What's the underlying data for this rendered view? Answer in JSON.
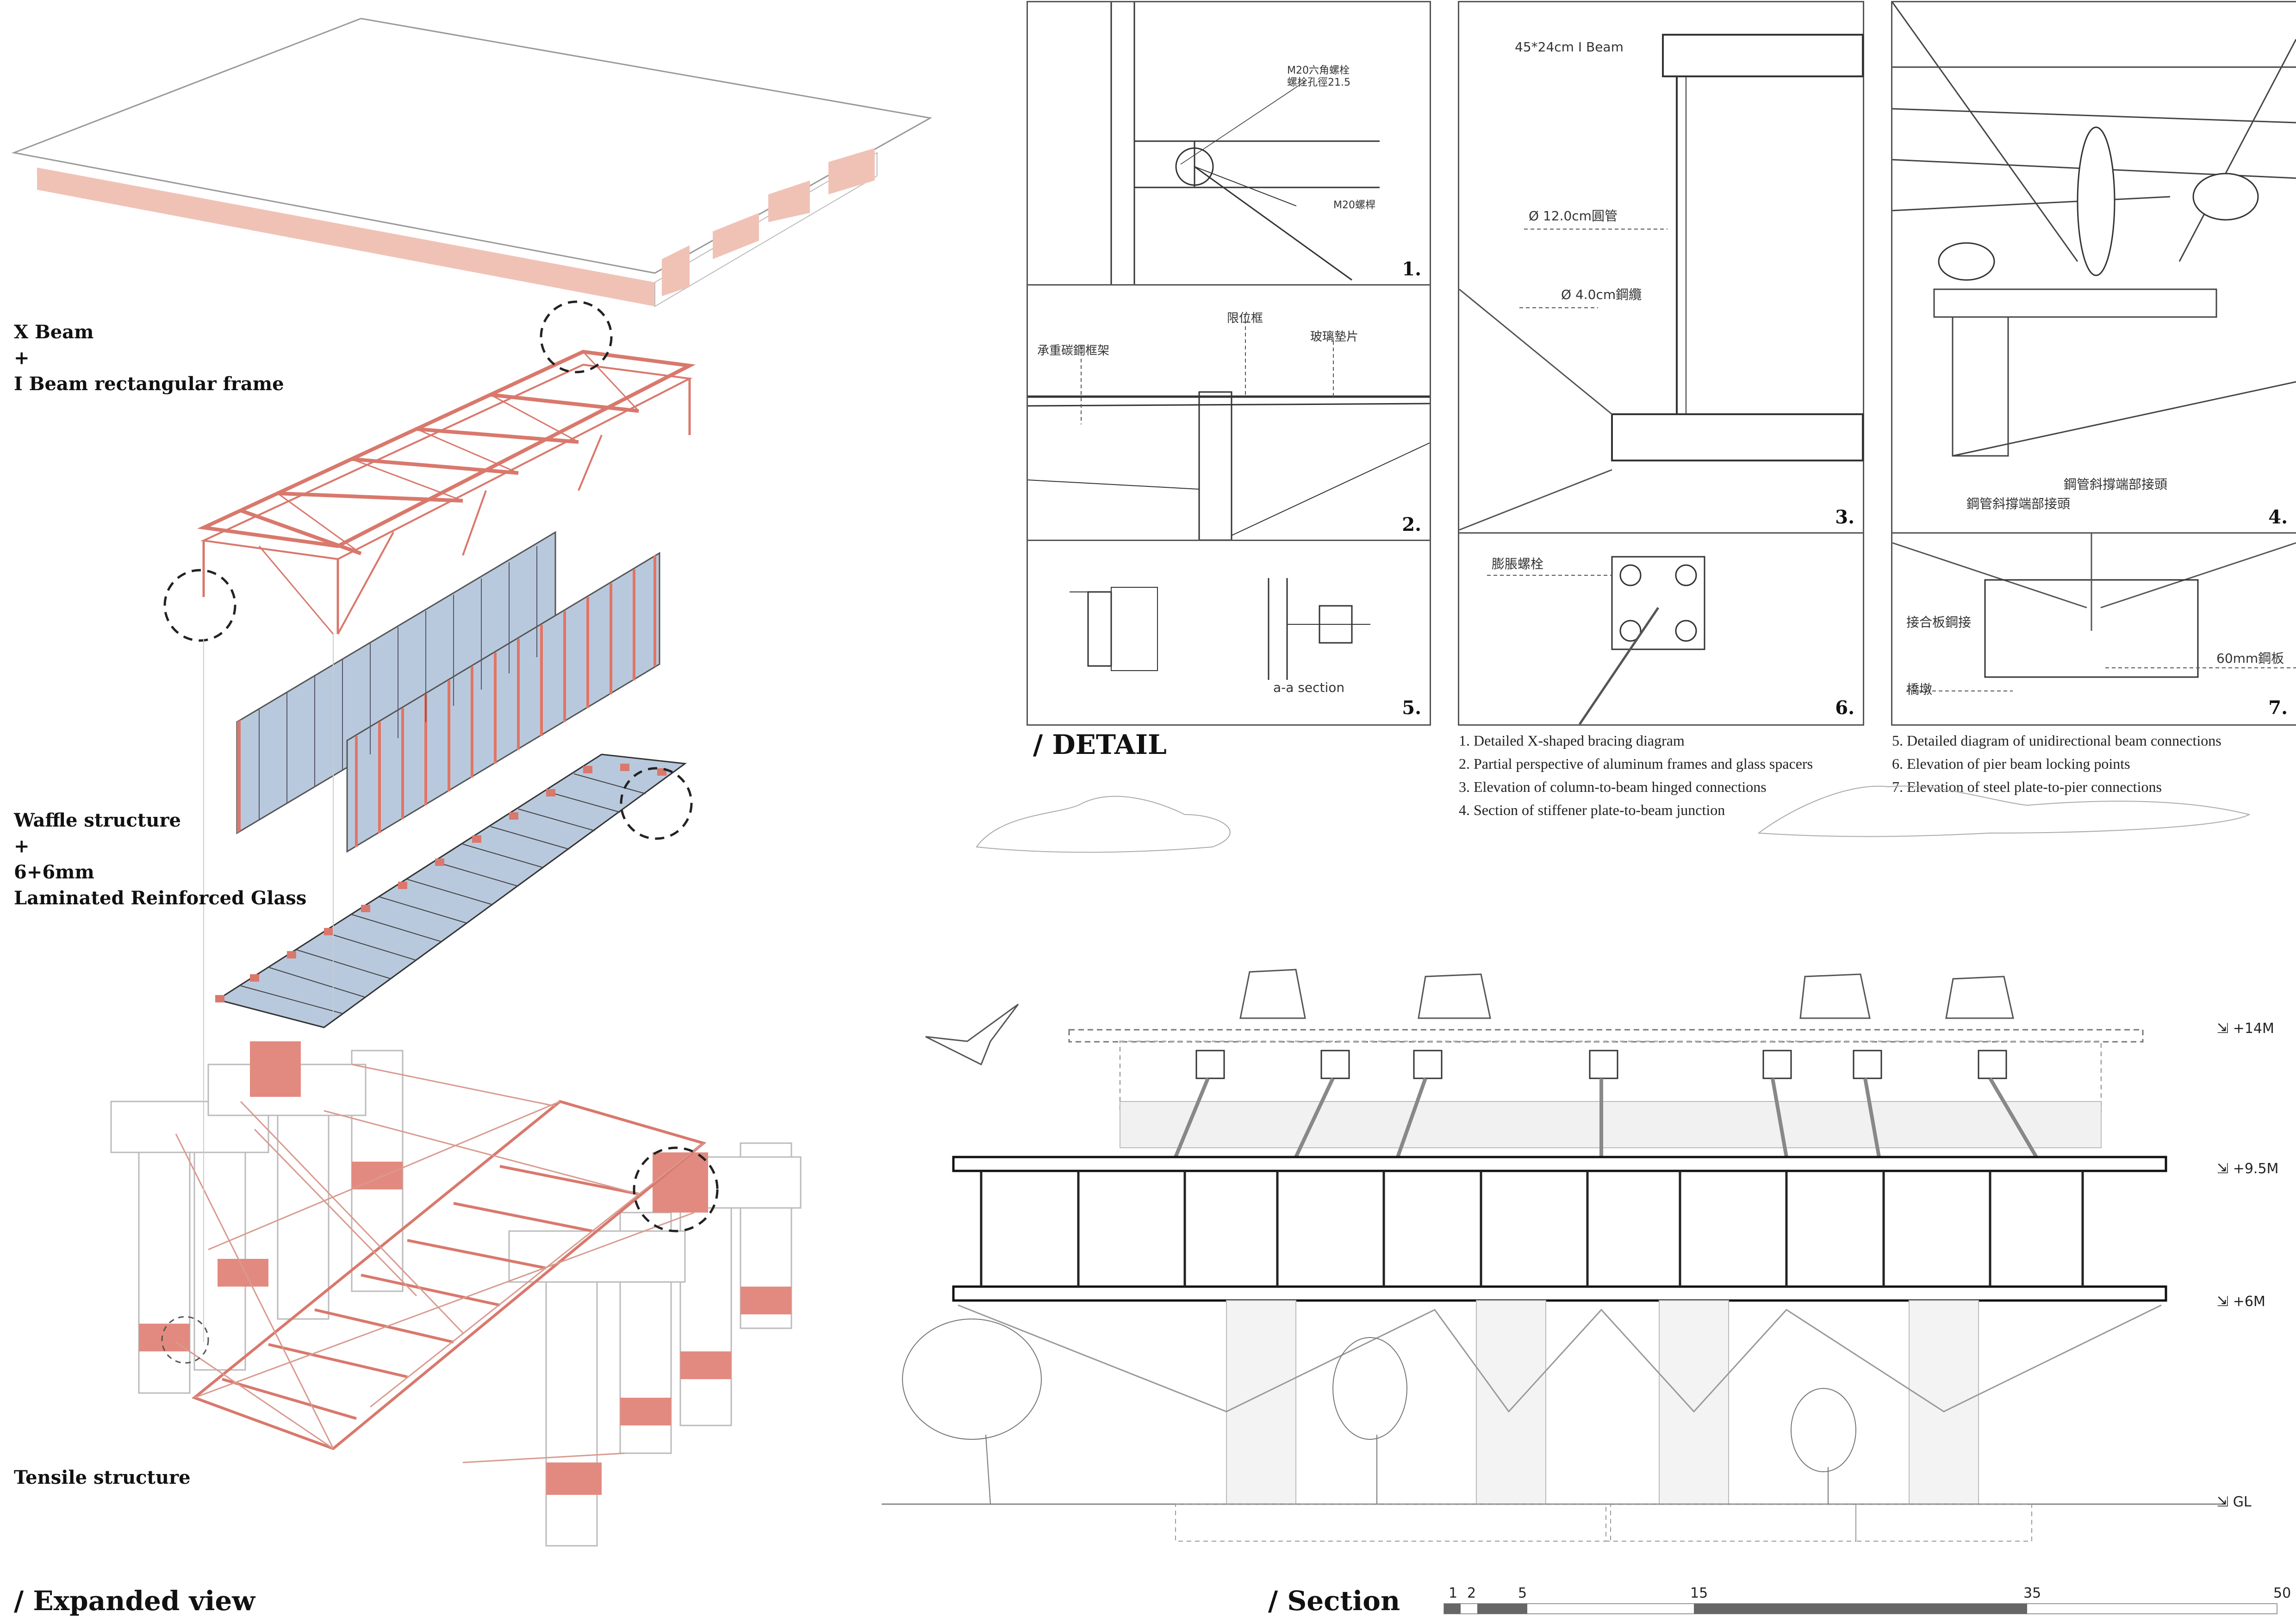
{
  "expanded": {
    "label_xbeam": [
      "X Beam",
      "+",
      "I Beam rectangular frame"
    ],
    "label_waffle": [
      "Waffle structure",
      "+",
      "6+6mm",
      "Laminated Reinforced Glass"
    ],
    "label_tensile": "Tensile structure",
    "title": "/ Expanded view"
  },
  "detail": {
    "title": "/ DETAIL",
    "panel1": {
      "num": "1.",
      "note_a": "M20六角螺栓",
      "note_b": "螺栓孔徑21.5",
      "note_c": "M20螺桿"
    },
    "panel2": {
      "num": "2.",
      "note_a": "承重碳鋼框架",
      "note_b": "限位框",
      "note_c": "玻璃墊片"
    },
    "panel3": {
      "num": "3.",
      "note_a": "45*24cm I Beam",
      "note_b": "Ø 12.0cm圓管",
      "note_c": "Ø 4.0cm鋼纜"
    },
    "panel4": {
      "num": "4.",
      "note_a": "鋼管斜撐端部接頭",
      "note_b": "鋼管斜撐端部接頭"
    },
    "panel5": {
      "num": "5.",
      "note_a": "a-a section"
    },
    "panel6": {
      "num": "6.",
      "note_a": "膨脹螺栓"
    },
    "panel7": {
      "num": "7.",
      "note_a": "接合板鋼接",
      "note_b": "60mm鋼板",
      "note_c": "橋墩"
    },
    "captions_left": [
      "1. Detailed X-shaped bracing diagram",
      "2. Partial perspective of  aluminum frames and glass spacers",
      "3. Elevation of  column-to-beam hinged connections",
      "4. Section of  stiffener plate-to-beam junction"
    ],
    "captions_right": [
      "5. Detailed diagram of  unidirectional beam connections",
      "6. Elevation of  pier beam locking points",
      "7. Elevation of  steel plate-to-pier connections"
    ]
  },
  "section": {
    "title": "/ Section",
    "levels": [
      "+14M",
      "+9.5M",
      "+6M",
      "GL"
    ]
  },
  "scale_bar": {
    "ticks": [
      "1",
      "2",
      "5",
      "15",
      "35",
      "50"
    ],
    "tick_values": [
      1,
      2,
      5,
      15,
      35,
      50
    ]
  },
  "colors": {
    "salmon": "#e6a595",
    "salmon_dark": "#d9786c",
    "glass_blue": "#b9c9dd",
    "line": "#333333"
  }
}
